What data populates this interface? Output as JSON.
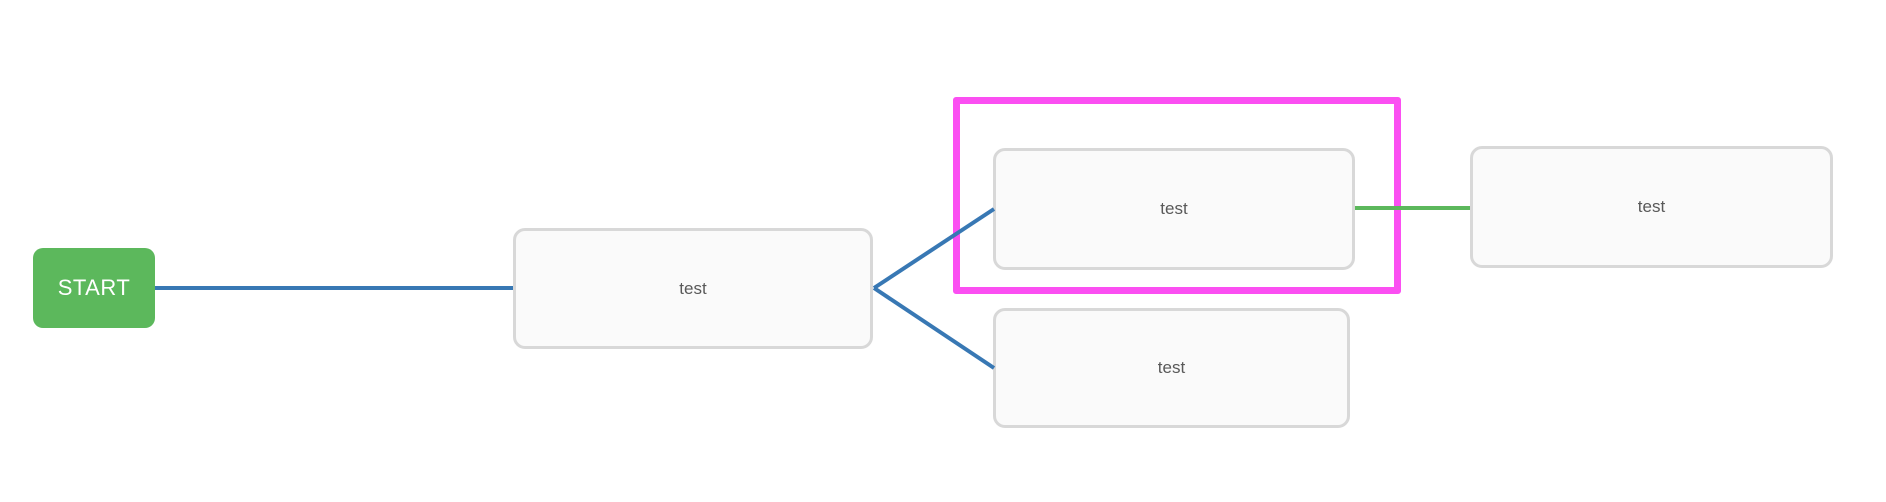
{
  "diagram": {
    "start_node": {
      "label": "START"
    },
    "nodes": [
      {
        "id": "node-1",
        "label": "test",
        "highlighted": false
      },
      {
        "id": "node-2",
        "label": "test",
        "highlighted": true
      },
      {
        "id": "node-3",
        "label": "test",
        "highlighted": false
      },
      {
        "id": "node-4",
        "label": "test",
        "highlighted": false
      }
    ],
    "edges": [
      {
        "from": "start",
        "to": "node-1",
        "color_name": "blue"
      },
      {
        "from": "node-1",
        "to": "node-2",
        "color_name": "blue"
      },
      {
        "from": "node-1",
        "to": "node-3",
        "color_name": "blue"
      },
      {
        "from": "node-2",
        "to": "node-4",
        "color_name": "green"
      }
    ],
    "colors": {
      "edge_blue": "#3878b4",
      "edge_green": "#5cb85c",
      "start_fill": "#5cb85c",
      "start_text": "#ffffff",
      "node_fill": "#fafafa",
      "node_border": "#d8d8d8",
      "node_text": "#595959",
      "selection_highlight": "#fb4ff2",
      "canvas_background": "#ffffff"
    }
  }
}
